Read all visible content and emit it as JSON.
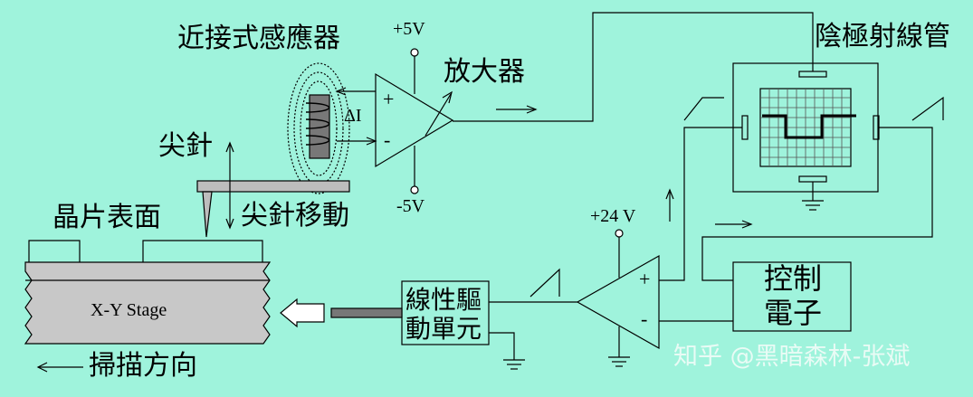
{
  "labels": {
    "proximity_sensor": "近接式感應器",
    "amplifier": "放大器",
    "crt": "陰極射線管",
    "tip": "尖針",
    "tip_motion": "尖針移動",
    "wafer_surface": "晶片表面",
    "xy_stage": "X-Y Stage",
    "linear_driver": "線性驅動單元",
    "linear_driver_line1": "線性驅",
    "linear_driver_line2": "動單元",
    "control_electronics_line1": "控制",
    "control_electronics_line2": "電子",
    "scan_direction": "掃描方向",
    "delta_i": "ΔI",
    "plus5v": "+5V",
    "minus5v": "-5V",
    "plus24v": "+24 V",
    "op_plus": "+",
    "op_minus": "-"
  },
  "watermark": "知乎 @黑暗森林-张斌",
  "colors": {
    "background": "#9ff3dc",
    "stage": "#c8c8c8",
    "sensor": "#787878",
    "line": "#000000"
  }
}
